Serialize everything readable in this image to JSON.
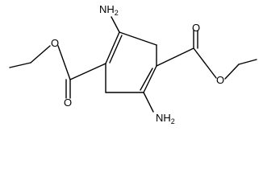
{
  "molecule": {
    "atoms": {
      "amine_top": {
        "label": "NH",
        "subscript": "2"
      },
      "amine_bottom": {
        "label": "NH",
        "subscript": "2"
      },
      "ester_right_carbonyl_oxygen": {
        "label": "O"
      },
      "ester_right_ether_oxygen": {
        "label": "O"
      },
      "ester_left_carbonyl_oxygen": {
        "label": "O"
      },
      "ester_left_ether_oxygen": {
        "label": "O"
      }
    }
  }
}
